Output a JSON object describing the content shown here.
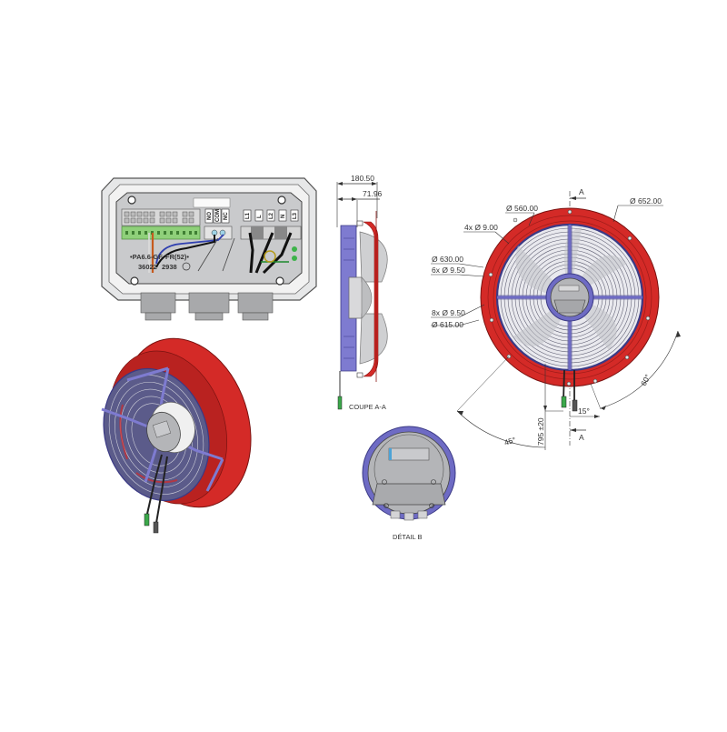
{
  "drawing": {
    "colors": {
      "housing_red": "#d42a27",
      "guard_blue": "#6e6bc4",
      "terminal_green": "#8fd07a",
      "gray": "#b9bbbd",
      "line": "#333333"
    },
    "terminal_box": {
      "label_line1": "•PA6.6-GF",
      "label_line1b": "FR(52)•",
      "label_line2": "36022",
      "label_line2b": "2938",
      "relay_terminals": [
        "NO",
        "COM",
        "NC"
      ],
      "power_terminals": [
        "L1",
        "L",
        "L2",
        "N",
        "L3"
      ]
    },
    "section_view": {
      "title": "COUPE A-A",
      "dim_overall": "180.50",
      "dim_depth": "71.96"
    },
    "front_view": {
      "section_marker_top": "A",
      "section_marker_bottom": "A",
      "dims": {
        "d652": "Ø 652.00",
        "d560": "Ø 560.00",
        "holes_4x": "4x Ø 9.00",
        "d630": "Ø 630.00",
        "holes_6x": "6x Ø 9.50",
        "holes_8x": "8x Ø 9.50",
        "d615": "Ø 615.00",
        "angle_60": "60°",
        "angle_45": "45°",
        "angle_15": "15°",
        "cable_len": "795 ±20"
      }
    },
    "detail_view": {
      "title": "DÉTAIL B"
    }
  }
}
